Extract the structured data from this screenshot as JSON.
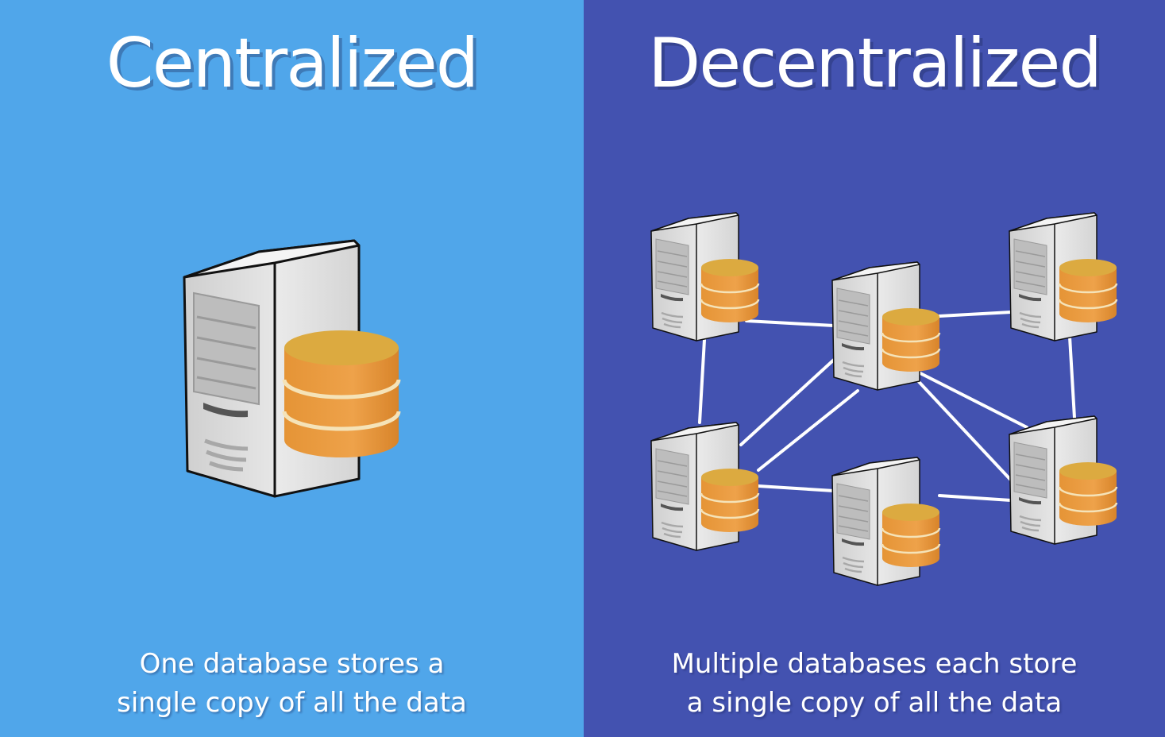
{
  "left": {
    "title": "Centralized",
    "caption_line1": "One database stores a",
    "caption_line2": "single copy of all the data",
    "background": "#50a6ea"
  },
  "right": {
    "title": "Decentralized",
    "caption_line1": "Multiple databases each store",
    "caption_line2": "a single copy of all the data",
    "background": "#4352b0"
  },
  "icons": [
    "server-icon",
    "database-icon"
  ],
  "colors": {
    "server": "#d6d6d6",
    "database": "#e8993a",
    "link": "#ffffff"
  }
}
